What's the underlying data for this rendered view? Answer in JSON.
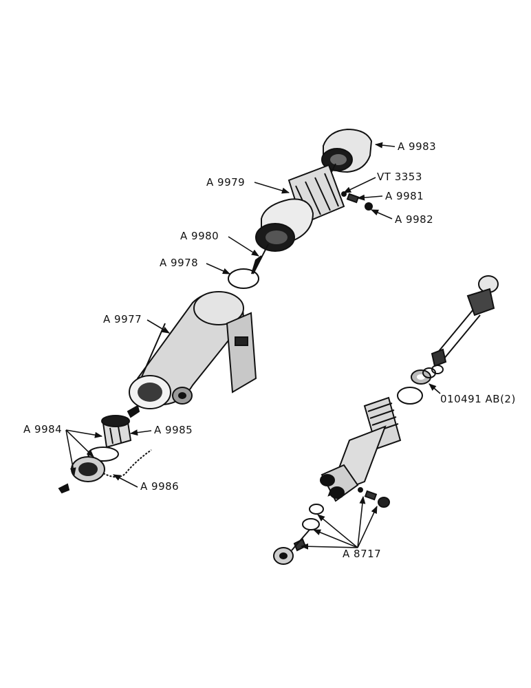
{
  "labels": {
    "a9983": "A 9983",
    "vt3353": "VT 3353",
    "a9979": "A 9979",
    "a9981": "A 9981",
    "a9982": "A 9982",
    "a9980": "A 9980",
    "a9978": "A 9978",
    "a9977": "A 9977",
    "a9984": "A 9984",
    "a9985": "A 9985",
    "a9986": "A 9986",
    "o10491": "010491 AB(2)",
    "a8717": "A 8717"
  }
}
